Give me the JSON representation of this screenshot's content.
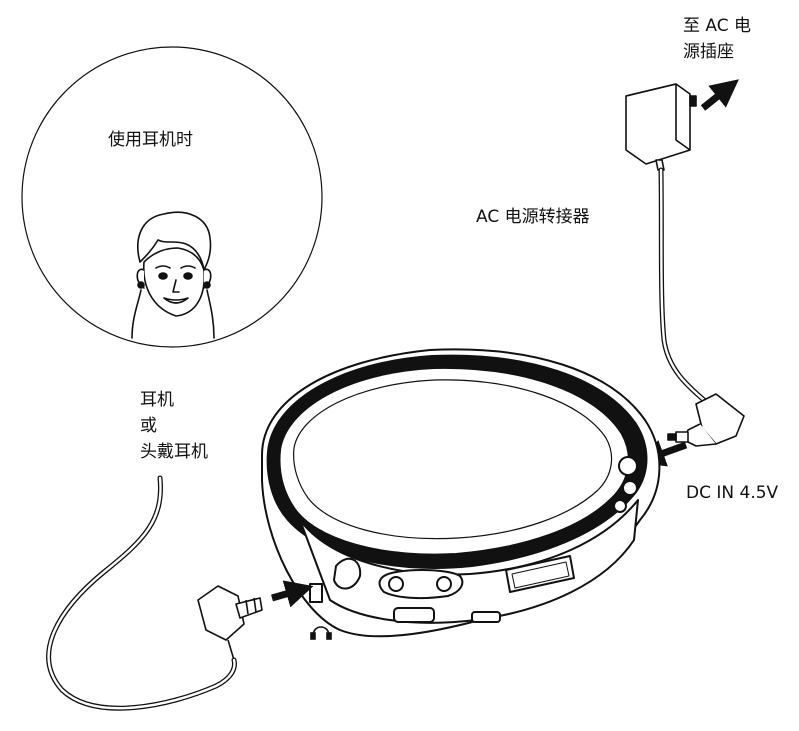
{
  "labels": {
    "headphone_circle_caption": "使用耳机时",
    "outlet_line1": "至 AC 电",
    "outlet_line2": "源插座",
    "ac_adapter": "AC 电源转接器",
    "dc_in": "DC IN 4.5V",
    "earphones_line1": "耳机",
    "earphones_line2": "或",
    "earphones_line3": "头戴耳机"
  },
  "icons": {
    "headphone_jack_symbol": "headphone-icon"
  }
}
